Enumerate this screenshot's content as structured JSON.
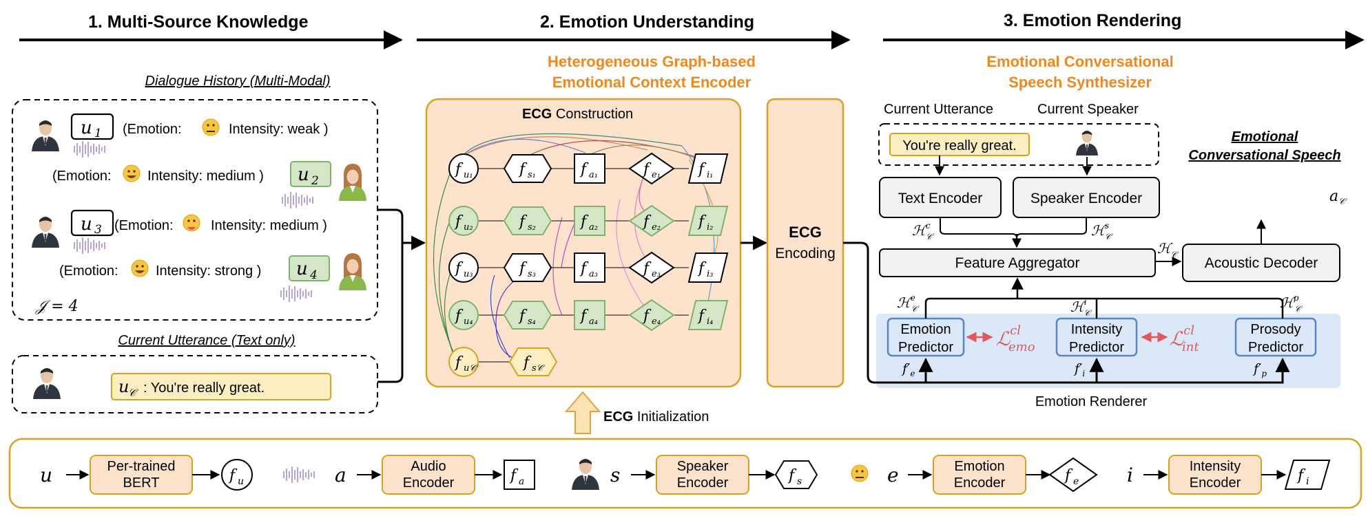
{
  "sections": {
    "s1": "1. Multi-Source Knowledge",
    "s2": "2. Emotion Understanding",
    "s3": "3. Emotion Rendering"
  },
  "encoder_title": {
    "line1": "Heterogeneous Graph-based",
    "line2": "Emotional Context Encoder"
  },
  "synth_title": {
    "line1": "Emotional Conversational",
    "line2": "Speech Synthesizer"
  },
  "history": {
    "title": "Dialogue History (Multi-Modal)",
    "u1": {
      "id": "u",
      "sub": "1",
      "text_a": "(Emotion:",
      "text_b": "Intensity: weak )"
    },
    "u2": {
      "id": "u",
      "sub": "2",
      "text_a": "(Emotion:",
      "text_b": "Intensity: medium )"
    },
    "u3": {
      "id": "u",
      "sub": "3",
      "text_a": "(Emotion:",
      "text_b": "Intensity: medium )"
    },
    "u4": {
      "id": "u",
      "sub": "4",
      "text_a": "(Emotion:",
      "text_b": "Intensity: strong )"
    },
    "j_label": "𝒥 = 4"
  },
  "current": {
    "title": "Current Utterance (Text only)",
    "label_u": "u",
    "label_sub": "𝒞",
    "text": ": You're really great."
  },
  "ecg": {
    "construction_bold": "ECG",
    "construction_rest": " Construction",
    "encoding_bold": "ECG",
    "encoding_rest": "Encoding",
    "init_bold": "ECG",
    "init_rest": " Initialization"
  },
  "renderer": {
    "current_utterance_label": "Current Utterance",
    "current_speaker_label": "Current Speaker",
    "utterance_text": "You're really great.",
    "text_encoder": "Text Encoder",
    "speaker_encoder": "Speaker Encoder",
    "feature_aggregator": "Feature Aggregator",
    "acoustic_decoder": "Acoustic Decoder",
    "emotion_predictor": [
      "Emotion",
      "Predictor"
    ],
    "intensity_predictor": [
      "Intensity",
      "Predictor"
    ],
    "prosody_predictor": [
      "Prosody",
      "Predictor"
    ],
    "renderer_label": "Emotion Renderer",
    "output_title": [
      "Emotional",
      "Conversational Speech"
    ],
    "loss_emo": {
      "main": "ℒ",
      "sup": "cl",
      "sub": "emo"
    },
    "loss_int": {
      "main": "ℒ",
      "sup": "cl",
      "sub": "int"
    }
  },
  "bottom": {
    "bert": [
      "Per-trained",
      "BERT"
    ],
    "audio": [
      "Audio",
      "Encoder"
    ],
    "speaker": [
      "Speaker",
      "Encoder"
    ],
    "emotion": [
      "Emotion",
      "Encoder"
    ],
    "intensity": [
      "Intensity",
      "Encoder"
    ],
    "inputs": {
      "u": "u",
      "a": "a",
      "s": "s",
      "e": "e",
      "i": "i"
    },
    "outputs": {
      "fu": "u",
      "fa": "a",
      "fs": "s",
      "fe": "e",
      "fi": "i"
    }
  },
  "colors": {
    "orange_title": "#f0891a",
    "orange_fill": "#fde3cc",
    "orange_stroke": "#d9a21d",
    "green_fill": "#d3e6c5",
    "green_stroke": "#7fb36b",
    "yellow_fill": "#fbeec0",
    "blue_fill": "#dbe8f8",
    "blue_stroke": "#5b84c4",
    "grey_fill": "#f1f1f1",
    "loss_red": "#e2585a"
  }
}
